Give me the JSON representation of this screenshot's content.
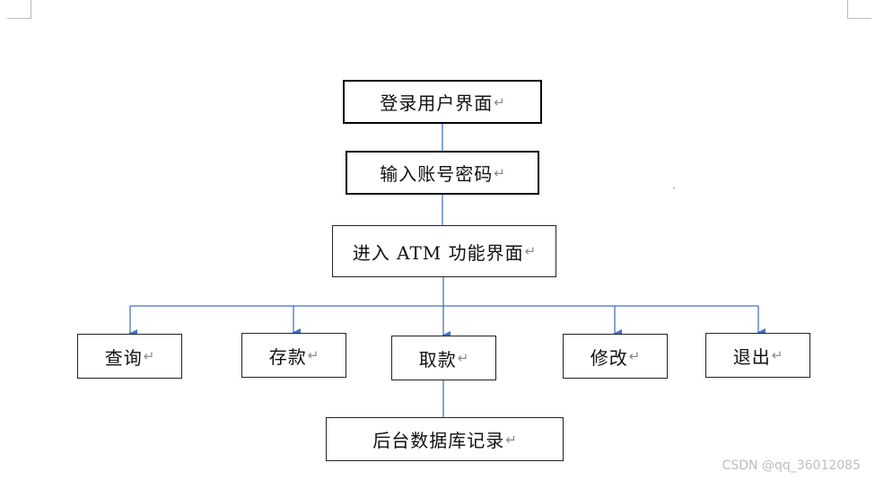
{
  "nodes": {
    "login": "登录用户界面",
    "input": "输入账号密码",
    "menu": "进入 ATM 功能界面",
    "query": "查询",
    "deposit": "存款",
    "withdraw": "取款",
    "modify": "修改",
    "exit": "退出",
    "db": "后台数据库记录"
  },
  "paragraph_mark": "↵",
  "stray_mark": "`",
  "watermark": "CSDN @qq_36012085",
  "colors": {
    "connector": "#4472c4",
    "border": "#000000",
    "text": "#111111"
  }
}
